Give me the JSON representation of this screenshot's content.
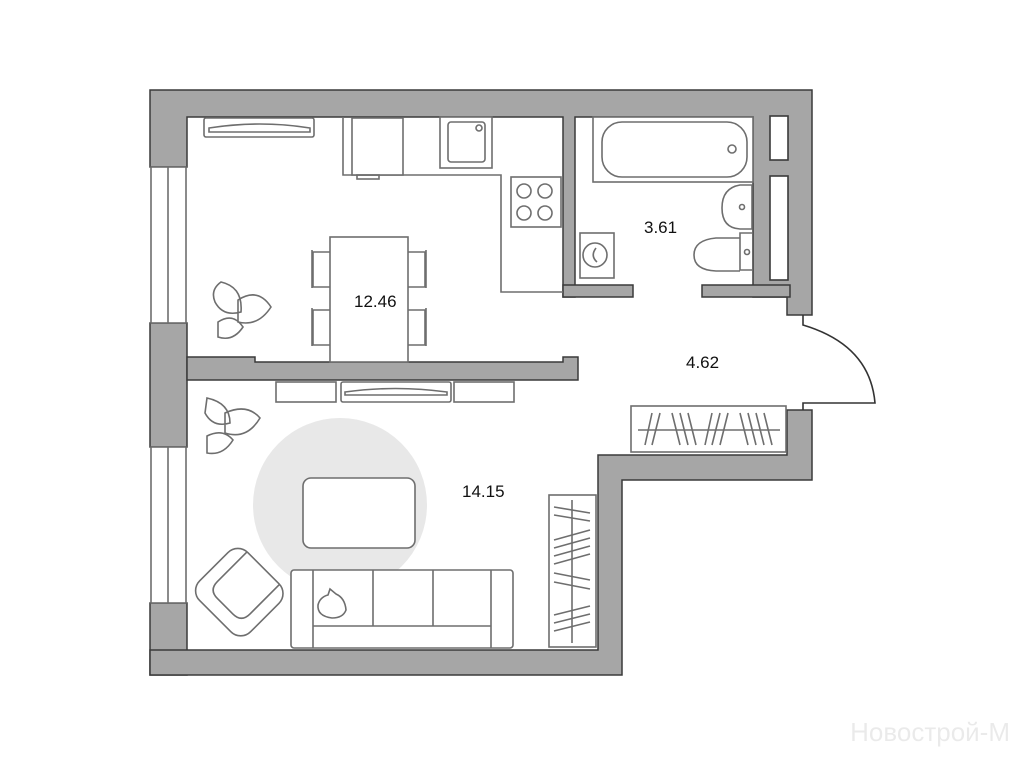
{
  "rooms": [
    {
      "name": "kitchen",
      "area": "12.46"
    },
    {
      "name": "bathroom",
      "area": "3.61"
    },
    {
      "name": "hallway",
      "area": "4.62"
    },
    {
      "name": "living-room",
      "area": "14.15"
    }
  ],
  "watermark": "Новострой-М",
  "colors": {
    "wall": "#a6a6a6",
    "rug": "#e8e8e8",
    "line": "#6e6e6e"
  }
}
